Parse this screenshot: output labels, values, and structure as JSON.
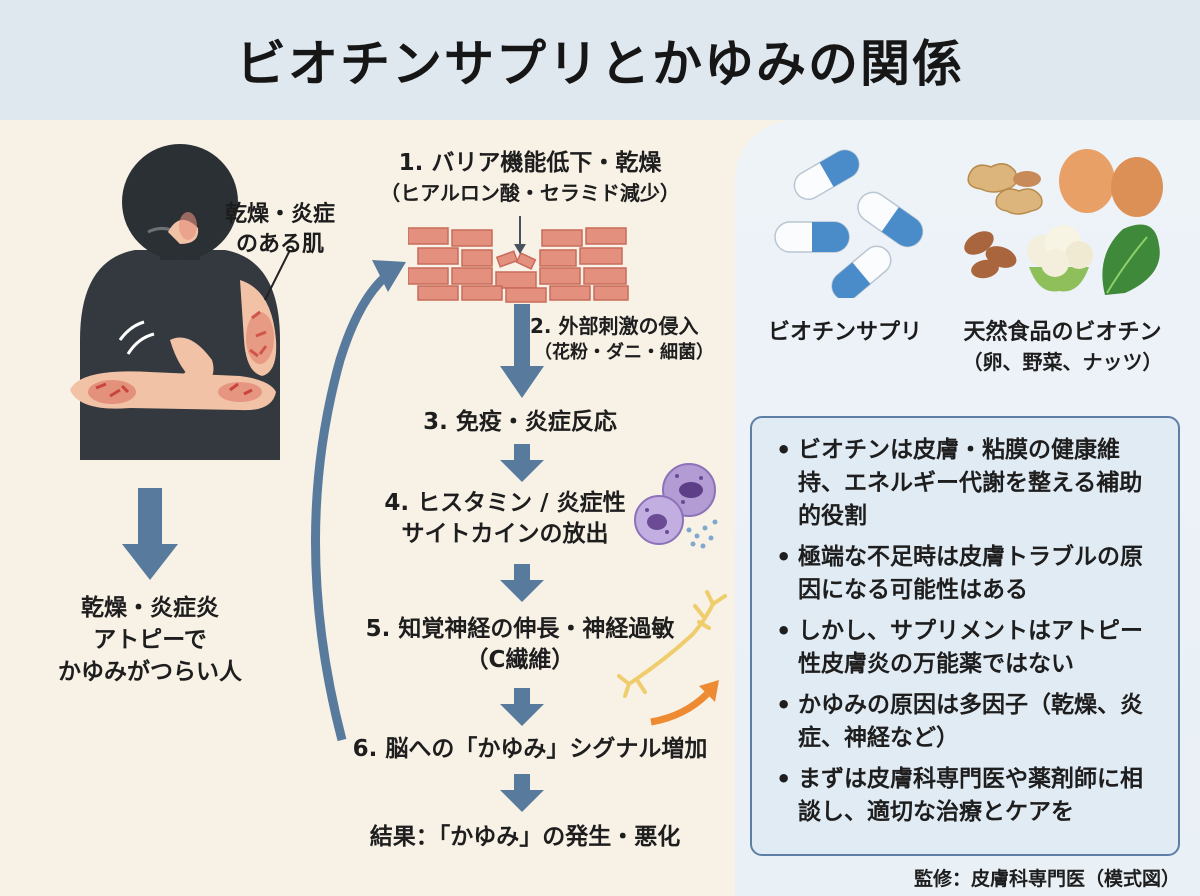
{
  "title": "ビオチンサプリとかゆみの関係",
  "person": {
    "callout": [
      "乾燥・炎症",
      "のある肌"
    ],
    "caption": [
      "乾燥・炎症炎",
      "アトピーで",
      "かゆみがつらい人"
    ]
  },
  "flow": {
    "step1": {
      "title": "1. バリア機能低下・乾燥",
      "sub": "（ヒアルロン酸・セラミド減少）"
    },
    "step2": {
      "title": "2. 外部刺激の侵入",
      "sub": "（花粉・ダニ・細菌）"
    },
    "step3": {
      "title": "3. 免疫・炎症反応"
    },
    "step4": {
      "title": "4. ヒスタミン / 炎症性",
      "line2": "サイトカインの放出"
    },
    "step5": {
      "title": "5. 知覚神経の伸長・神経過敏",
      "sub": "（C繊維）"
    },
    "step6": {
      "title": "6. 脳への「かゆみ」シグナル増加"
    },
    "result": {
      "title": "結果：「かゆみ」の発生・悪化"
    }
  },
  "products": {
    "supplement_label": "ビオチンサプリ",
    "natural_label": "天然食品のビオチン",
    "natural_sub": "（卵、野菜、ナッツ）"
  },
  "notes": [
    "ビオチンは皮膚・粘膜の健康維持、エネルギー代謝を整える補助的役割",
    "極端な不足時は皮膚トラブルの原因になる可能性はある",
    "しかし、サプリメントはアトピー性皮膚炎の万能薬ではない",
    "かゆみの原因は多因子（乾燥、炎症、神経など）",
    "まずは皮膚科専門医や薬剤師に相談し、適切な治療とケアを"
  ],
  "credit": "監修：皮膚科専門医（模式図）",
  "colors": {
    "arrow": "#587a9c",
    "header": "#dfe8ef",
    "box_border": "#5d7fa6"
  }
}
